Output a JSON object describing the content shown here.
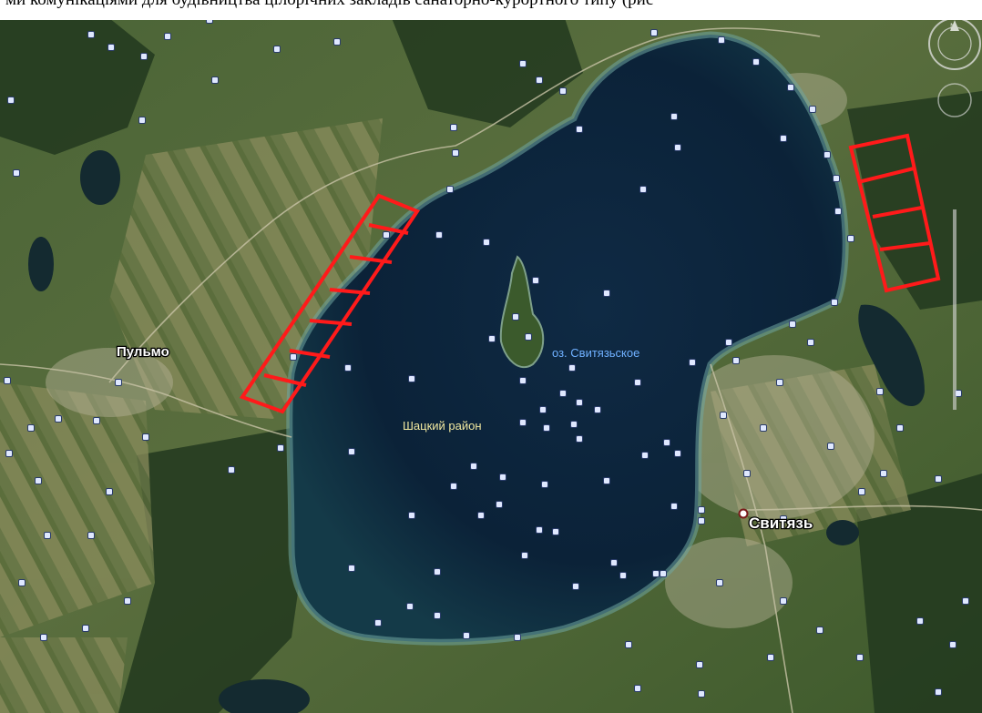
{
  "caption": "ми комунікаціями для будівництва цілорічних закладів санаторно-курортного типу (рис",
  "labels": {
    "pulmo": "Пульмо",
    "lake": "оз. Свитязьское",
    "district": "Шацкий район",
    "svityaz": "Свитязь"
  },
  "colors": {
    "zone_outline": "#ff1a1a",
    "lake_label": "#6fb0ff",
    "district_label": "#f2e9a0",
    "village_label": "#ffffff",
    "water": "#0a1e33",
    "land": "#3d5a2a",
    "poi_marker": "#dfe8ff"
  },
  "icons": {
    "compass": "compass-icon",
    "poi": "place-marker-icon",
    "village": "village-dot-icon"
  }
}
